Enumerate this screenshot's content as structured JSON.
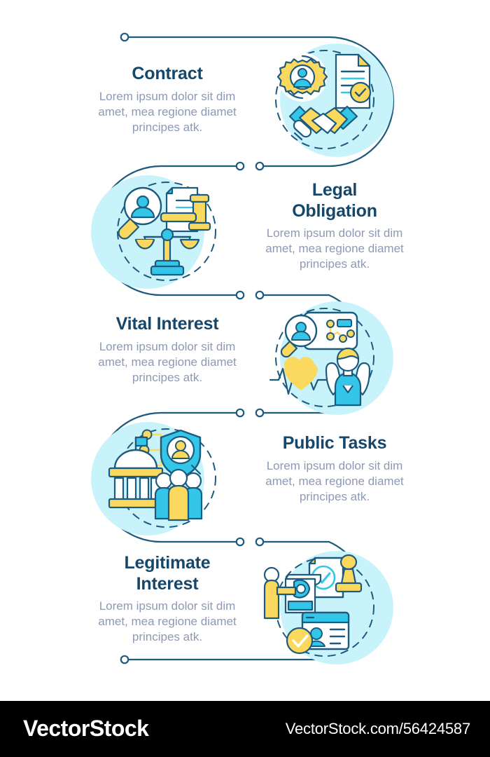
{
  "page": {
    "background": "#ffffff",
    "title_color": "#16476B",
    "body_color": "#8D99B6",
    "line_color": "#1D5B7E",
    "blob_color": "#C9F3FB",
    "accent_yellow": "#FBD95E",
    "accent_cyan": "#34C6E8",
    "accent_white": "#FFFFFF"
  },
  "items": [
    {
      "title": "Contract",
      "description": "Lorem ipsum dolor sit dim amet, mea regione diamet principes atk.",
      "side": "left",
      "icon": "contract-icon"
    },
    {
      "title": "Legal\nObligation",
      "title_line1": "Legal",
      "title_line2": "Obligation",
      "description": "Lorem ipsum dolor sit dim amet, mea regione diamet principes atk.",
      "side": "right",
      "icon": "legal-obligation-icon"
    },
    {
      "title": "Vital Interest",
      "description": "Lorem ipsum dolor sit dim amet, mea regione diamet principes atk.",
      "side": "left",
      "icon": "vital-interest-icon"
    },
    {
      "title": "Public Tasks",
      "description": "Lorem ipsum dolor sit dim amet, mea regione diamet principes atk.",
      "side": "right",
      "icon": "public-tasks-icon"
    },
    {
      "title": "Legitimate\nInterest",
      "title_line1": "Legitimate",
      "title_line2": "Interest",
      "description": "Lorem ipsum dolor sit dim amet, mea regione diamet principes atk.",
      "side": "left",
      "icon": "legitimate-interest-icon"
    }
  ],
  "footer": {
    "brand": "VectorStock",
    "url": "VectorStock.com/56424587"
  }
}
